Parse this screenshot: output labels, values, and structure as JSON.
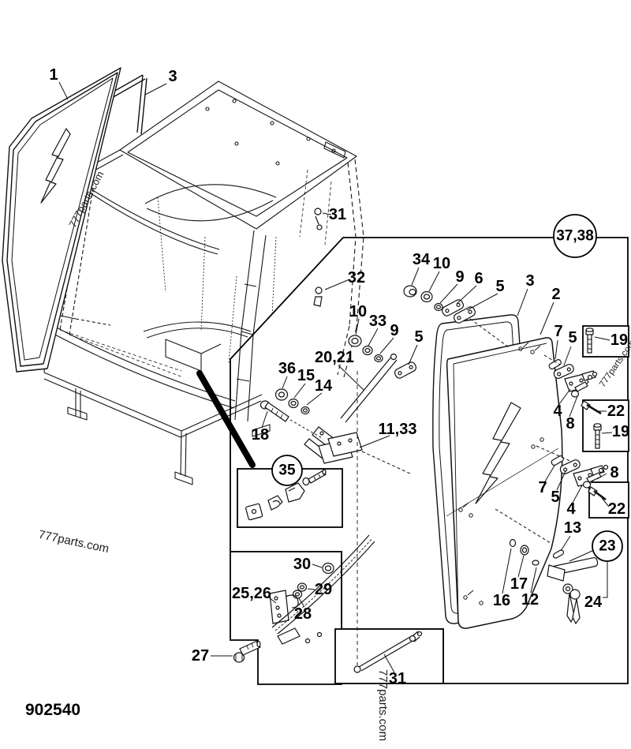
{
  "diagram": {
    "code": "902540",
    "watermark_text": "777parts.com",
    "description": "Cab door and glass exploded parts diagram"
  },
  "circles": [
    {
      "part": "detail-circle-top",
      "label": "37,38"
    },
    {
      "part": "detail-circle-hinge",
      "label": "35"
    },
    {
      "part": "detail-circle-lock",
      "label": "23"
    }
  ],
  "callouts": [
    {
      "part": "windshield-glass",
      "label": "1"
    },
    {
      "part": "windshield-seal",
      "label": "3"
    },
    {
      "part": "frame-bolt",
      "label": "31"
    },
    {
      "part": "frame-fitting",
      "label": "32"
    },
    {
      "part": "grommet",
      "label": "34"
    },
    {
      "part": "nut-top",
      "label": "10"
    },
    {
      "part": "washer-top",
      "label": "9"
    },
    {
      "part": "link-plate",
      "label": "6"
    },
    {
      "part": "link-strap-top",
      "label": "5"
    },
    {
      "part": "door-seal",
      "label": "3"
    },
    {
      "part": "door-glass",
      "label": "2"
    },
    {
      "part": "hinge-pin-upper",
      "label": "7"
    },
    {
      "part": "hinge-strap-upper",
      "label": "5"
    },
    {
      "part": "hinge-bolt-upper-box",
      "label": "19"
    },
    {
      "part": "nut-mid",
      "label": "10"
    },
    {
      "part": "washer-mid",
      "label": "33"
    },
    {
      "part": "washer-mid-2",
      "label": "9"
    },
    {
      "part": "strap-mid",
      "label": "5"
    },
    {
      "part": "window-stay-rod",
      "label": "20,21"
    },
    {
      "part": "nut-stay",
      "label": "36"
    },
    {
      "part": "washer-stay",
      "label": "15"
    },
    {
      "part": "washer-stay-2",
      "label": "14"
    },
    {
      "part": "stay-bolt",
      "label": "18"
    },
    {
      "part": "stay-plate",
      "label": "11,33"
    },
    {
      "part": "hinge-bracket-upper",
      "label": "4"
    },
    {
      "part": "hinge-screw-upper",
      "label": "8"
    },
    {
      "part": "wrench-upper-box",
      "label": "22"
    },
    {
      "part": "hinge-bolt-lower-box",
      "label": "19"
    },
    {
      "part": "hinge-pin-lower",
      "label": "7"
    },
    {
      "part": "hinge-strap-lower",
      "label": "5"
    },
    {
      "part": "hinge-bracket-lower",
      "label": "4"
    },
    {
      "part": "hinge-screw-lower",
      "label": "8"
    },
    {
      "part": "wrench-lower-box",
      "label": "22"
    },
    {
      "part": "latch-pin",
      "label": "13"
    },
    {
      "part": "latch-clip",
      "label": "16"
    },
    {
      "part": "latch-grommet",
      "label": "17"
    },
    {
      "part": "door-handle",
      "label": "12"
    },
    {
      "part": "key-set",
      "label": "24"
    },
    {
      "part": "stay-nut-lower",
      "label": "30"
    },
    {
      "part": "hinge-lower-bracket",
      "label": "25,26"
    },
    {
      "part": "washer-lower",
      "label": "29"
    },
    {
      "part": "washer-lower-2",
      "label": "28"
    },
    {
      "part": "hinge-bolt",
      "label": "27"
    },
    {
      "part": "gas-strut",
      "label": "31"
    }
  ]
}
